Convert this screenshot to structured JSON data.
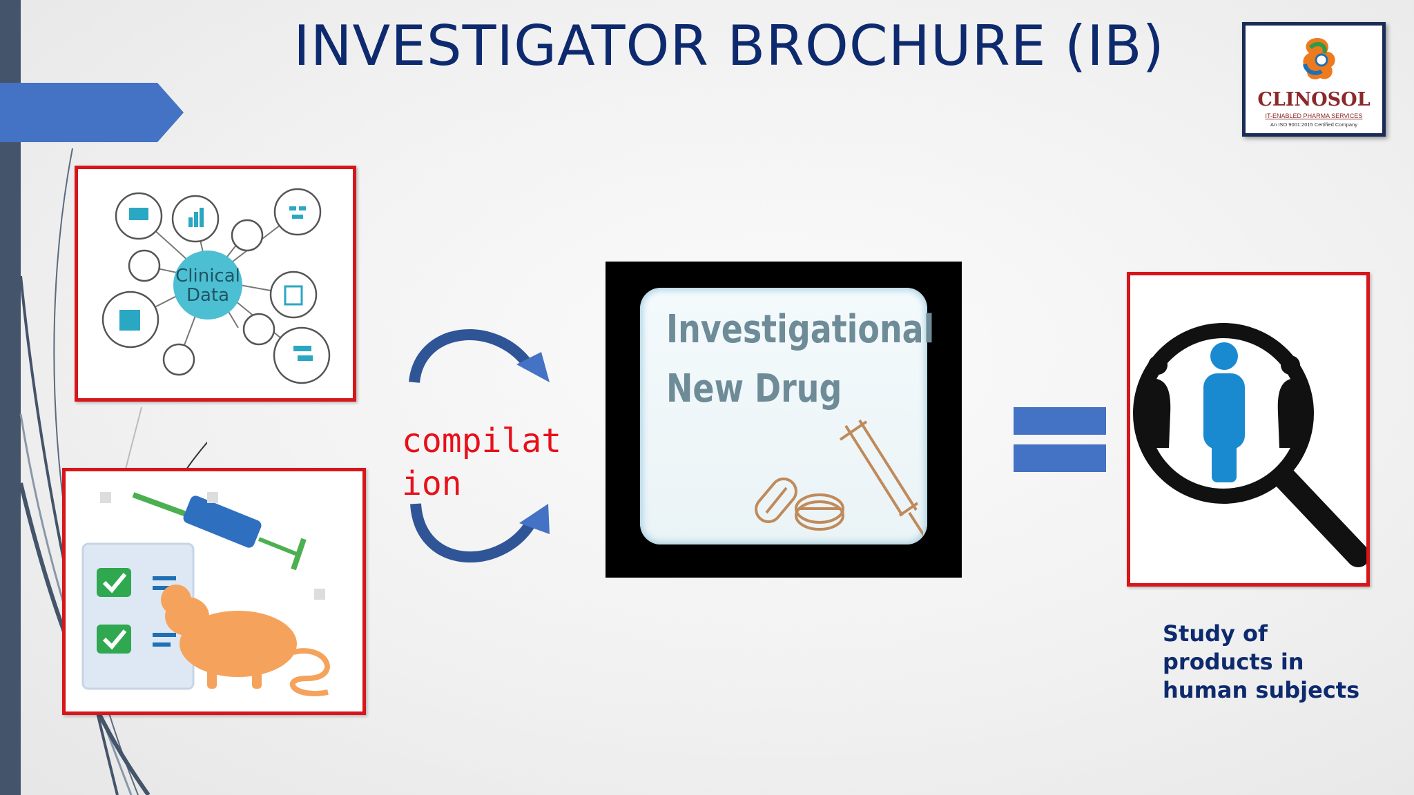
{
  "slide": {
    "title": "INVESTIGATOR BROCHURE (IB)"
  },
  "logo": {
    "name": "CLINOSOL",
    "tagline": "IT-ENABLED PHARMA SERVICES",
    "certification": "An ISO 9001:2015 Certified Company"
  },
  "clinical_panel": {
    "label_line1": "Clinical",
    "label_line2": "Data"
  },
  "arrows": {
    "label": "compilation"
  },
  "ind_panel": {
    "line1": "Investigational",
    "line2": "New Drug"
  },
  "study": {
    "caption": "Study of products in human subjects"
  },
  "colors": {
    "title": "#0e2a6e",
    "accent_blue": "#4472c4",
    "frame_red": "#d6161a",
    "compilation_red": "#e8101a",
    "sidebar": "#44546a"
  },
  "icons": [
    "clinical-data-network-icon",
    "syringe-icon",
    "checklist-icon",
    "mouse-icon",
    "pill-icon",
    "magnifier-people-icon",
    "curved-arrow-icon",
    "equals-icon"
  ]
}
